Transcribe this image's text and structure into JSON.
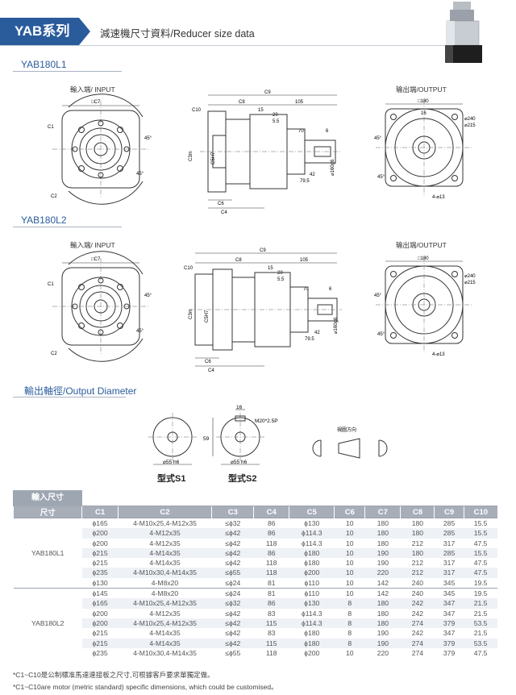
{
  "header": {
    "series_badge": "YAB系列",
    "title": "減速機尺寸資料/Reducer size data"
  },
  "sections": {
    "l1_title": "YAB180L1",
    "l2_title": "YAB180L2",
    "output_diameter_title": "輸出軸徑/Output Diameter"
  },
  "drawings": {
    "input_caption": "輸入端/ INPUT",
    "output_caption": "输出端/OUTPUT",
    "labels": {
      "sq_c7": "□C7",
      "c1": "C1",
      "c2": "C2",
      "c3": "C3",
      "c4": "C4",
      "c5": "C5",
      "c6": "C6",
      "c8": "C8",
      "c9": "C9",
      "c10": "C10",
      "deg45": "45°",
      "sq180": "□180",
      "d16": "16",
      "phi240": "⌀240",
      "phi215": "⌀215",
      "bolt": "4-⌀13",
      "d105": "105",
      "d15": "15",
      "d20": "20",
      "d5_5": "5.5",
      "d70": "70",
      "d6": "6",
      "d42": "42",
      "d79_5": "79.5",
      "phi160": "⌀160g6",
      "c3_rot": "C3m",
      "c5_rot": "C5H7"
    },
    "output_shaft": {
      "keyway": "M20*2.5P",
      "width": "16",
      "height": "59",
      "dia": "⌀55 h6",
      "rotation_label": "視圖方向",
      "type_s1": "型式S1",
      "type_s2": "型式S2"
    }
  },
  "table": {
    "tab_label": "輸入尺寸",
    "headers": [
      "尺寸",
      "C1",
      "C2",
      "C3",
      "C4",
      "C5",
      "C6",
      "C7",
      "C8",
      "C9",
      "C10"
    ],
    "groups": [
      {
        "model": "YAB180L1",
        "rows": [
          [
            "ϕ165",
            "4-M10x25,4-M12x35",
            "≤ϕ32",
            "86",
            "ϕ130",
            "10",
            "180",
            "180",
            "285",
            "15.5"
          ],
          [
            "ϕ200",
            "4-M12x35",
            "≤ϕ42",
            "86",
            "ϕ114.3",
            "10",
            "180",
            "180",
            "285",
            "15.5"
          ],
          [
            "ϕ200",
            "4-M12x35",
            "≤ϕ42",
            "118",
            "ϕ114.3",
            "10",
            "180",
            "212",
            "317",
            "47.5"
          ],
          [
            "ϕ215",
            "4-M14x35",
            "≤ϕ42",
            "86",
            "ϕ180",
            "10",
            "190",
            "180",
            "285",
            "15.5"
          ],
          [
            "ϕ215",
            "4-M14x35",
            "≤ϕ42",
            "118",
            "ϕ180",
            "10",
            "190",
            "212",
            "317",
            "47.5"
          ],
          [
            "ϕ235",
            "4-M10x30,4-M14x35",
            "≤ϕ55",
            "118",
            "ϕ200",
            "10",
            "220",
            "212",
            "317",
            "47.5"
          ],
          [
            "ϕ130",
            "4-M8x20",
            "≤ϕ24",
            "81",
            "ϕ110",
            "10",
            "142",
            "240",
            "345",
            "19.5"
          ]
        ]
      },
      {
        "model": "YAB180L2",
        "rows": [
          [
            "ϕ145",
            "4-M8x20",
            "≤ϕ24",
            "81",
            "ϕ110",
            "10",
            "142",
            "240",
            "345",
            "19.5"
          ],
          [
            "ϕ165",
            "4-M10x25,4-M12x35",
            "≤ϕ32",
            "86",
            "ϕ130",
            "8",
            "180",
            "242",
            "347",
            "21.5"
          ],
          [
            "ϕ200",
            "4-M12x35",
            "≤ϕ42",
            "83",
            "ϕ114.3",
            "8",
            "180",
            "242",
            "347",
            "21.5"
          ],
          [
            "ϕ200",
            "4-M10x25,4-M12x35",
            "≤ϕ42",
            "115",
            "ϕ114.3",
            "8",
            "180",
            "274",
            "379",
            "53.5"
          ],
          [
            "ϕ215",
            "4-M14x35",
            "≤ϕ42",
            "83",
            "ϕ180",
            "8",
            "190",
            "242",
            "347",
            "21.5"
          ],
          [
            "ϕ215",
            "4-M14x35",
            "≤ϕ42",
            "115",
            "ϕ180",
            "8",
            "190",
            "274",
            "379",
            "53.5"
          ],
          [
            "ϕ235",
            "4-M10x30,4-M14x35",
            "≤ϕ55",
            "118",
            "ϕ200",
            "10",
            "220",
            "274",
            "379",
            "47.5"
          ]
        ]
      }
    ]
  },
  "notes": {
    "zh": "*C1~C10是公制標准馬達連接板之尺寸,可根據客戶要求單獨定做。",
    "en": "*C1~C10are motor (metric standard) specific dimensions, which could be customised。"
  }
}
